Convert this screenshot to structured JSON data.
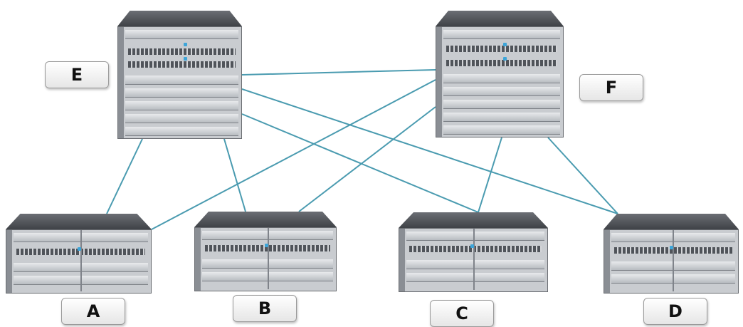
{
  "nodes": [
    {
      "id": "E",
      "label": "E",
      "kind": "core-switch"
    },
    {
      "id": "F",
      "label": "F",
      "kind": "core-switch"
    },
    {
      "id": "A",
      "label": "A",
      "kind": "edge-switch"
    },
    {
      "id": "B",
      "label": "B",
      "kind": "edge-switch"
    },
    {
      "id": "C",
      "label": "C",
      "kind": "edge-switch"
    },
    {
      "id": "D",
      "label": "D",
      "kind": "edge-switch"
    }
  ],
  "links": [
    [
      "E",
      "F"
    ],
    [
      "E",
      "A"
    ],
    [
      "E",
      "B"
    ],
    [
      "E",
      "C"
    ],
    [
      "E",
      "D"
    ],
    [
      "F",
      "A"
    ],
    [
      "F",
      "B"
    ],
    [
      "F",
      "C"
    ],
    [
      "F",
      "D"
    ]
  ],
  "colors": {
    "link": "#4a9bb0",
    "switch_top": "#55585e",
    "switch_body": "#c9ccd0",
    "accent_led": "#3da5d9"
  }
}
